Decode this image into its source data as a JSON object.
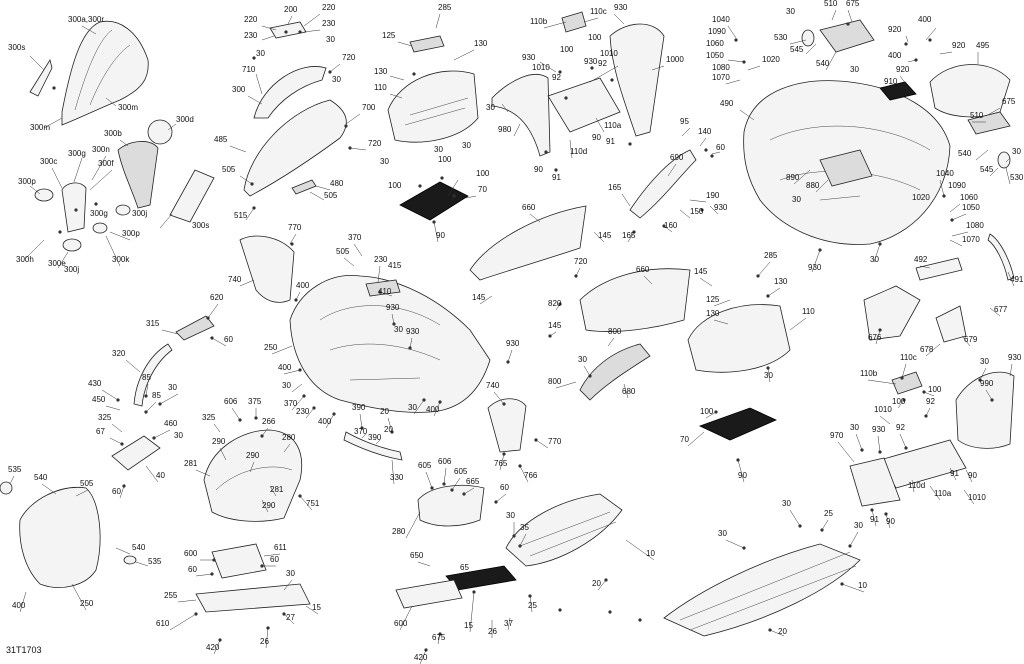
{
  "figure": {
    "reference": "31T1703"
  },
  "callouts": [
    {
      "id": "c1",
      "text": "300s"
    },
    {
      "id": "c2",
      "text": "300a,300r"
    },
    {
      "id": "c3",
      "text": "300m"
    },
    {
      "id": "c4",
      "text": "300m"
    },
    {
      "id": "c5",
      "text": "300b"
    },
    {
      "id": "c6",
      "text": "300d"
    },
    {
      "id": "c7",
      "text": "300c"
    },
    {
      "id": "c8",
      "text": "300g"
    },
    {
      "id": "c9",
      "text": "300n"
    },
    {
      "id": "c10",
      "text": "300f"
    },
    {
      "id": "c11",
      "text": "300p"
    },
    {
      "id": "c12",
      "text": "300g"
    },
    {
      "id": "c13",
      "text": "300j"
    },
    {
      "id": "c14",
      "text": "300s"
    },
    {
      "id": "c15",
      "text": "300p"
    },
    {
      "id": "c16",
      "text": "300h"
    },
    {
      "id": "c17",
      "text": "300e"
    },
    {
      "id": "c18",
      "text": "300j"
    },
    {
      "id": "c19",
      "text": "300k"
    },
    {
      "id": "c20",
      "text": "200"
    },
    {
      "id": "c21",
      "text": "220"
    },
    {
      "id": "c22",
      "text": "220"
    },
    {
      "id": "c23",
      "text": "230"
    },
    {
      "id": "c24",
      "text": "230"
    },
    {
      "id": "c25",
      "text": "30"
    },
    {
      "id": "c26",
      "text": "30"
    },
    {
      "id": "c27",
      "text": "720"
    },
    {
      "id": "c28",
      "text": "710"
    },
    {
      "id": "c29",
      "text": "300"
    },
    {
      "id": "c30",
      "text": "30"
    },
    {
      "id": "c31",
      "text": "700"
    },
    {
      "id": "c32",
      "text": "720"
    },
    {
      "id": "c33",
      "text": "485"
    },
    {
      "id": "c34",
      "text": "505"
    },
    {
      "id": "c35",
      "text": "480"
    },
    {
      "id": "c36",
      "text": "505"
    },
    {
      "id": "c37",
      "text": "515"
    },
    {
      "id": "c38",
      "text": "285"
    },
    {
      "id": "c39",
      "text": "125"
    },
    {
      "id": "c40",
      "text": "130"
    },
    {
      "id": "c41",
      "text": "130"
    },
    {
      "id": "c42",
      "text": "110"
    },
    {
      "id": "c43",
      "text": "30"
    },
    {
      "id": "c44",
      "text": "30"
    },
    {
      "id": "c45",
      "text": "100"
    },
    {
      "id": "c46",
      "text": "30"
    },
    {
      "id": "c47",
      "text": "100"
    },
    {
      "id": "c48",
      "text": "100"
    },
    {
      "id": "c49",
      "text": "70"
    },
    {
      "id": "c50",
      "text": "90"
    },
    {
      "id": "c51",
      "text": "110b"
    },
    {
      "id": "c52",
      "text": "110c"
    },
    {
      "id": "c53",
      "text": "930"
    },
    {
      "id": "c54",
      "text": "100"
    },
    {
      "id": "c55",
      "text": "100"
    },
    {
      "id": "c56",
      "text": "930"
    },
    {
      "id": "c57",
      "text": "1010"
    },
    {
      "id": "c58",
      "text": "92"
    },
    {
      "id": "c59",
      "text": "1010"
    },
    {
      "id": "c60",
      "text": "92"
    },
    {
      "id": "c61",
      "text": "30"
    },
    {
      "id": "c62",
      "text": "980"
    },
    {
      "id": "c63",
      "text": "110a"
    },
    {
      "id": "c64",
      "text": "110d"
    },
    {
      "id": "c65",
      "text": "90"
    },
    {
      "id": "c66",
      "text": "91"
    },
    {
      "id": "c67",
      "text": "90"
    },
    {
      "id": "c68",
      "text": "91"
    },
    {
      "id": "c69",
      "text": "1000"
    },
    {
      "id": "c70",
      "text": "930"
    },
    {
      "id": "c71",
      "text": "1040"
    },
    {
      "id": "c72",
      "text": "1090"
    },
    {
      "id": "c73",
      "text": "1060"
    },
    {
      "id": "c74",
      "text": "1050"
    },
    {
      "id": "c75",
      "text": "1080"
    },
    {
      "id": "c76",
      "text": "1070"
    },
    {
      "id": "c77",
      "text": "1020"
    },
    {
      "id": "c78",
      "text": "510"
    },
    {
      "id": "c79",
      "text": "675"
    },
    {
      "id": "c80",
      "text": "30"
    },
    {
      "id": "c81",
      "text": "530"
    },
    {
      "id": "c82",
      "text": "545"
    },
    {
      "id": "c83",
      "text": "540"
    },
    {
      "id": "c84",
      "text": "30"
    },
    {
      "id": "c85",
      "text": "920"
    },
    {
      "id": "c86",
      "text": "400"
    },
    {
      "id": "c87",
      "text": "920"
    },
    {
      "id": "c88",
      "text": "400"
    },
    {
      "id": "c89",
      "text": "920"
    },
    {
      "id": "c90",
      "text": "910"
    },
    {
      "id": "c91",
      "text": "495"
    },
    {
      "id": "c92",
      "text": "490"
    },
    {
      "id": "c93",
      "text": "675"
    },
    {
      "id": "c94",
      "text": "510"
    },
    {
      "id": "c95",
      "text": "30"
    },
    {
      "id": "c96",
      "text": "540"
    },
    {
      "id": "c97",
      "text": "545"
    },
    {
      "id": "c98",
      "text": "530"
    },
    {
      "id": "c99",
      "text": "890"
    },
    {
      "id": "c100",
      "text": "880"
    },
    {
      "id": "c101",
      "text": "30"
    },
    {
      "id": "c102",
      "text": "930"
    },
    {
      "id": "c103",
      "text": "30"
    },
    {
      "id": "c104",
      "text": "95"
    },
    {
      "id": "c105",
      "text": "140"
    },
    {
      "id": "c106",
      "text": "60"
    },
    {
      "id": "c107",
      "text": "690"
    },
    {
      "id": "c108",
      "text": "165"
    },
    {
      "id": "c109",
      "text": "190"
    },
    {
      "id": "c110",
      "text": "150"
    },
    {
      "id": "c111",
      "text": "930"
    },
    {
      "id": "c112",
      "text": "165"
    },
    {
      "id": "c113",
      "text": "160"
    },
    {
      "id": "c114",
      "text": "1040"
    },
    {
      "id": "c115",
      "text": "1090"
    },
    {
      "id": "c116",
      "text": "1020"
    },
    {
      "id": "c117",
      "text": "1060"
    },
    {
      "id": "c118",
      "text": "1050"
    },
    {
      "id": "c119",
      "text": "1080"
    },
    {
      "id": "c120",
      "text": "1070"
    },
    {
      "id": "c121",
      "text": "770"
    },
    {
      "id": "c122",
      "text": "740"
    },
    {
      "id": "c123",
      "text": "400"
    },
    {
      "id": "c124",
      "text": "370"
    },
    {
      "id": "c125",
      "text": "505"
    },
    {
      "id": "c126",
      "text": "230"
    },
    {
      "id": "c127",
      "text": "415"
    },
    {
      "id": "c128",
      "text": "410"
    },
    {
      "id": "c129",
      "text": "930"
    },
    {
      "id": "c130",
      "text": "30"
    },
    {
      "id": "c131",
      "text": "930"
    },
    {
      "id": "c132",
      "text": "250"
    },
    {
      "id": "c133",
      "text": "400"
    },
    {
      "id": "c134",
      "text": "30"
    },
    {
      "id": "c135",
      "text": "370"
    },
    {
      "id": "c136",
      "text": "230"
    },
    {
      "id": "c137",
      "text": "400"
    },
    {
      "id": "c138",
      "text": "30"
    },
    {
      "id": "c139",
      "text": "400"
    },
    {
      "id": "c140",
      "text": "390"
    },
    {
      "id": "c141",
      "text": "20"
    },
    {
      "id": "c142",
      "text": "370"
    },
    {
      "id": "c143",
      "text": "390"
    },
    {
      "id": "c144",
      "text": "20"
    },
    {
      "id": "c145",
      "text": "330"
    },
    {
      "id": "c146",
      "text": "930"
    },
    {
      "id": "c147",
      "text": "740"
    },
    {
      "id": "c148",
      "text": "770"
    },
    {
      "id": "c149",
      "text": "765"
    },
    {
      "id": "c150",
      "text": "766"
    },
    {
      "id": "c151",
      "text": "620"
    },
    {
      "id": "c152",
      "text": "315"
    },
    {
      "id": "c153",
      "text": "60"
    },
    {
      "id": "c154",
      "text": "320"
    },
    {
      "id": "c155",
      "text": "85"
    },
    {
      "id": "c156",
      "text": "430"
    },
    {
      "id": "c157",
      "text": "30"
    },
    {
      "id": "c158",
      "text": "450"
    },
    {
      "id": "c159",
      "text": "85"
    },
    {
      "id": "c160",
      "text": "325"
    },
    {
      "id": "c161",
      "text": "460"
    },
    {
      "id": "c162",
      "text": "67"
    },
    {
      "id": "c163",
      "text": "30"
    },
    {
      "id": "c164",
      "text": "40"
    },
    {
      "id": "c165",
      "text": "60"
    },
    {
      "id": "c166",
      "text": "606"
    },
    {
      "id": "c167",
      "text": "375"
    },
    {
      "id": "c168",
      "text": "325"
    },
    {
      "id": "c169",
      "text": "266"
    },
    {
      "id": "c170",
      "text": "290"
    },
    {
      "id": "c171",
      "text": "280"
    },
    {
      "id": "c172",
      "text": "281"
    },
    {
      "id": "c173",
      "text": "290"
    },
    {
      "id": "c174",
      "text": "281"
    },
    {
      "id": "c175",
      "text": "751"
    },
    {
      "id": "c176",
      "text": "290"
    },
    {
      "id": "c177",
      "text": "535"
    },
    {
      "id": "c178",
      "text": "540"
    },
    {
      "id": "c179",
      "text": "505"
    },
    {
      "id": "c180",
      "text": "540"
    },
    {
      "id": "c181",
      "text": "535"
    },
    {
      "id": "c182",
      "text": "250"
    },
    {
      "id": "c183",
      "text": "400"
    },
    {
      "id": "c184",
      "text": "600"
    },
    {
      "id": "c185",
      "text": "611"
    },
    {
      "id": "c186",
      "text": "60"
    },
    {
      "id": "c187",
      "text": "60"
    },
    {
      "id": "c188",
      "text": "30"
    },
    {
      "id": "c189",
      "text": "255"
    },
    {
      "id": "c190",
      "text": "610"
    },
    {
      "id": "c191",
      "text": "15"
    },
    {
      "id": "c192",
      "text": "27"
    },
    {
      "id": "c193",
      "text": "26"
    },
    {
      "id": "c194",
      "text": "420"
    },
    {
      "id": "c195",
      "text": "605"
    },
    {
      "id": "c196",
      "text": "606"
    },
    {
      "id": "c197",
      "text": "605"
    },
    {
      "id": "c198",
      "text": "665"
    },
    {
      "id": "c199",
      "text": "60"
    },
    {
      "id": "c200",
      "text": "280"
    },
    {
      "id": "c201",
      "text": "650"
    },
    {
      "id": "c202",
      "text": "35"
    },
    {
      "id": "c203",
      "text": "30"
    },
    {
      "id": "c204",
      "text": "10"
    },
    {
      "id": "c205",
      "text": "65"
    },
    {
      "id": "c206",
      "text": "600"
    },
    {
      "id": "c207",
      "text": "15"
    },
    {
      "id": "c208",
      "text": "26"
    },
    {
      "id": "c209",
      "text": "37"
    },
    {
      "id": "c210",
      "text": "675"
    },
    {
      "id": "c211",
      "text": "25"
    },
    {
      "id": "c212",
      "text": "20"
    },
    {
      "id": "c213",
      "text": "420"
    },
    {
      "id": "c214",
      "text": "660"
    },
    {
      "id": "c215",
      "text": "145"
    },
    {
      "id": "c216",
      "text": "720"
    },
    {
      "id": "c217",
      "text": "145"
    },
    {
      "id": "c218",
      "text": "660"
    },
    {
      "id": "c219",
      "text": "820"
    },
    {
      "id": "c220",
      "text": "145"
    },
    {
      "id": "c221",
      "text": "800"
    },
    {
      "id": "c222",
      "text": "30"
    },
    {
      "id": "c223",
      "text": "800"
    },
    {
      "id": "c224",
      "text": "680"
    },
    {
      "id": "c225",
      "text": "285"
    },
    {
      "id": "c226",
      "text": "145"
    },
    {
      "id": "c227",
      "text": "125"
    },
    {
      "id": "c228",
      "text": "130"
    },
    {
      "id": "c229",
      "text": "130"
    },
    {
      "id": "c230",
      "text": "110"
    },
    {
      "id": "c231",
      "text": "30"
    },
    {
      "id": "c232",
      "text": "100"
    },
    {
      "id": "c233",
      "text": "70"
    },
    {
      "id": "c234",
      "text": "90"
    },
    {
      "id": "c235",
      "text": "492"
    },
    {
      "id": "c236",
      "text": "491"
    },
    {
      "id": "c237",
      "text": "676"
    },
    {
      "id": "c238",
      "text": "678"
    },
    {
      "id": "c239",
      "text": "679"
    },
    {
      "id": "c240",
      "text": "677"
    },
    {
      "id": "c241",
      "text": "110c"
    },
    {
      "id": "c242",
      "text": "110b"
    },
    {
      "id": "c243",
      "text": "30"
    },
    {
      "id": "c244",
      "text": "930"
    },
    {
      "id": "c245",
      "text": "100"
    },
    {
      "id": "c246",
      "text": "990"
    },
    {
      "id": "c247",
      "text": "100"
    },
    {
      "id": "c248",
      "text": "92"
    },
    {
      "id": "c249",
      "text": "1010"
    },
    {
      "id": "c250",
      "text": "970"
    },
    {
      "id": "c251",
      "text": "30"
    },
    {
      "id": "c252",
      "text": "930"
    },
    {
      "id": "c253",
      "text": "92"
    },
    {
      "id": "c254",
      "text": "110d"
    },
    {
      "id": "c255",
      "text": "91"
    },
    {
      "id": "c256",
      "text": "110a"
    },
    {
      "id": "c257",
      "text": "1010"
    },
    {
      "id": "c258",
      "text": "90"
    },
    {
      "id": "c259",
      "text": "91"
    },
    {
      "id": "c260",
      "text": "90"
    },
    {
      "id": "c261",
      "text": "30"
    },
    {
      "id": "c262",
      "text": "25"
    },
    {
      "id": "c263",
      "text": "30"
    },
    {
      "id": "c264",
      "text": "30"
    },
    {
      "id": "c265",
      "text": "10"
    },
    {
      "id": "c266",
      "text": "20"
    }
  ]
}
